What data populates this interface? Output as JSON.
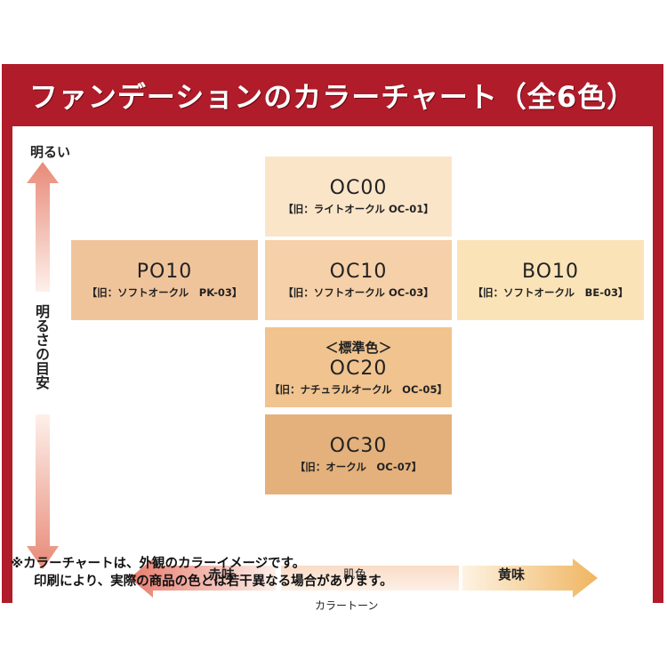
{
  "title": "ファンデーションのカラーチャート（全6色）",
  "brightness": {
    "top_label": "明るい",
    "axis_label": "明るさの目安"
  },
  "swatches": [
    {
      "code": "OC00",
      "old": "【旧：ライトオークル OC-01】",
      "color": "#fbe5c9"
    },
    {
      "code": "PO10",
      "old": "【旧：ソフトオークル　PK-03】",
      "color": "#f0c49b"
    },
    {
      "code": "OC10",
      "old": "【旧：ソフトオークル OC-03】",
      "color": "#f6d0a8"
    },
    {
      "code": "BO10",
      "old": "【旧：ソフトオークル　BE-03】",
      "color": "#fbe3b8"
    },
    {
      "code": "OC20",
      "standard": "＜標準色＞",
      "old": "【旧：ナチュラルオークル　OC-05】",
      "color": "#f0c38f"
    },
    {
      "code": "OC30",
      "old": "【旧：オークル　OC-07】",
      "color": "#e4b17c"
    }
  ],
  "tone": {
    "left": "赤味",
    "middle": "肌色",
    "right": "黄味",
    "name": "カラートーン"
  },
  "note": {
    "line1": "※カラーチャートは、外観のカラーイメージです。",
    "line2": "印刷により、実際の商品の色とは若干異なる場合があります。"
  },
  "colors": {
    "frame": "#b01c2a",
    "arrow_red": "#e8867a",
    "arrow_yellow": "#f3c27c"
  }
}
